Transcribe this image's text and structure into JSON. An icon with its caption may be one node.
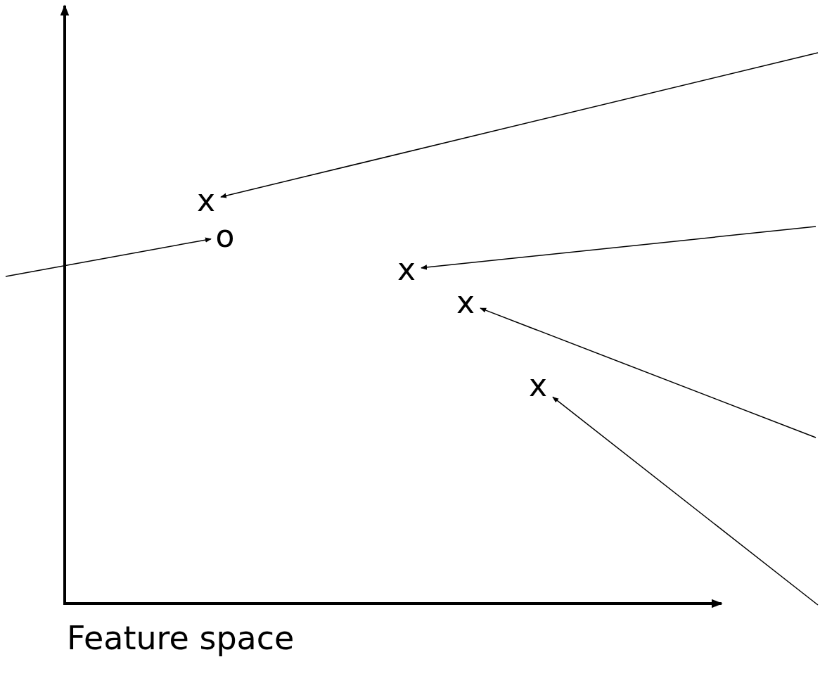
{
  "diagram": {
    "nodes": [
      {
        "text": [
          "x"
        ]
      },
      {
        "text": [
          "o"
        ]
      },
      {
        "text": [
          "x"
        ]
      },
      {
        "text": [
          "x"
        ]
      },
      {
        "text": [
          "x"
        ]
      }
    ],
    "edges": [
      {
        "from": null,
        "to": 0,
        "arrow": "to"
      },
      {
        "from": null,
        "to": 1,
        "arrow": "to"
      },
      {
        "from": null,
        "to": 2,
        "arrow": "to"
      },
      {
        "from": null,
        "to": 3,
        "arrow": "to"
      },
      {
        "from": null,
        "to": 4,
        "arrow": "to"
      }
    ],
    "labels": [
      "Feature space"
    ]
  }
}
